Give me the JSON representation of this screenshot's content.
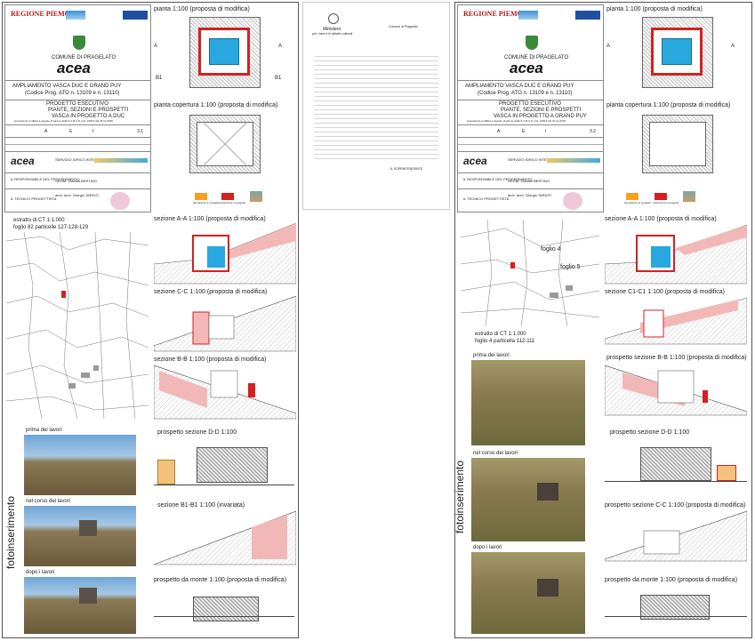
{
  "left_sheet": {
    "logos": {
      "regione": "REGIONE PIEMONTE"
    },
    "comune": "COMUNE DI PRAGELATO",
    "brand": "acea",
    "project_title": "AMPLIAMENTO VASCA DUC E GRAND PUY",
    "project_code": "(Codice Prog.  ATO n. 13109  e n. 13110)",
    "phase": "PROGETTO ESECUTIVO",
    "subject_line1": "PIANTE, SEZIONI E PROSPETTI",
    "subject_line2": "VASCA IN PROGETTO A DUC",
    "note": "proposta di modifica a seguito di parere della S.A.B.A.P. prot. 19013 del 22.11.2018",
    "table_codes": [
      "A",
      "E",
      "I",
      "3.1"
    ],
    "service": "SERVIZIO IDRICO INTEGRATO",
    "rup_label": "IL RESPONSABILE DEL PROCEDIMENTO",
    "rup_name": "GEOM. Claudio BERTINO",
    "tech_label": "IL TECNICO PROGETTISTA",
    "tech_name": "arch. arch. Giorgio TARDITI",
    "plan_label": "pianta 1:100 (proposta di modifica)",
    "roof_label": "pianta copertura 1:100 (proposta di modifica)",
    "legend_demo": "demolizioni in progetto",
    "legend_cost": "costruzioni in progetto",
    "ct_label1": "estratto di CT 1:1.000",
    "ct_label2": "foglio 82 particelle 127-128-129",
    "sec_aa": "sezione A-A 1:100 (proposta di modifica)",
    "sec_cc": "sezione C-C 1:100 (proposta di modifica)",
    "sec_bb": "sezione B-B 1:100 (proposta di modifica)",
    "prosp_dd": "prospetto sezione D-D 1:100",
    "sec_b1b1": "sezione B1-B1 1:100 (invariata)",
    "prosp_monte": "prospetto da monte 1:100 (proposta di modifica)",
    "photo_before": "prima dei lavori",
    "photo_during": "nel corso dei lavori",
    "photo_after": "dopo i lavori",
    "fotoinserimento": "fotoinserimento"
  },
  "letter": {
    "ministry": "Ministero",
    "ministry_sub": "per i beni e le attività culturali",
    "to": "Comune di Pragelato",
    "signature": "IL SOPRINTENDENTE"
  },
  "right_sheet": {
    "logos": {
      "regione": "REGIONE PIEMONTE"
    },
    "comune": "COMUNE DI PRAGELATO",
    "brand": "acea",
    "project_title": "AMPLIAMENTO VASCA DUC E GRAND PUY",
    "project_code": "(Codice Prog.  ATO n. 13109  e n. 13110)",
    "phase": "PROGETTO ESECUTIVO",
    "subject_line1": "PIANTE, SEZIONI E PROSPETTI",
    "subject_line2": "VASCA IN PROGETTO A GRAND PUY",
    "note": "proposta di modifica a seguito di parere della S.A.B.A.P. prot. 19013 del 22.11.2018",
    "table_codes": [
      "A",
      "E",
      "I",
      "3.2"
    ],
    "service": "SERVIZIO IDRICO INTEGRATO",
    "rup_label": "IL RESPONSABILE DEL PROCEDIMENTO",
    "rup_name": "GEOM. Claudio BERTINO",
    "tech_label": "IL TECNICO PROGETTISTA",
    "tech_name": "arch. arch. Giorgio TARDITI",
    "plan_label": "pianta 1:100 (proposta di modifica)",
    "roof_label": "pianta copertura 1:100 (proposta di modifica)",
    "legend_demo": "demolizioni in progetto",
    "legend_cost": "costruzioni in progetto",
    "foglio4": "foglio 4",
    "foglio5": "foglio 5",
    "ct_label1": "estratto di CT 1:1.000",
    "ct_label2": "foglio 4 particella 112-111",
    "sec_aa": "sezione A-A 1:100 (proposta di modifica)",
    "sec_c1c1": "sezione C1-C1 1:100 (proposta di modifica)",
    "prosp_bb": "prospetto sezione B-B 1:100 (proposta di modifica)",
    "prosp_dd": "prospetto sezione D-D 1:100",
    "prosp_cc": "prospetto sezione C-C 1:100 (proposta di modifica)",
    "prosp_monte": "prospetto da monte 1:100 (proposta di modifica)",
    "photo_before": "prima dei lavori",
    "photo_during": "nel corso dei lavori",
    "photo_after": "dopo i lavori",
    "fotoinserimento": "fotoinserimento"
  },
  "colors": {
    "red": "#d42020",
    "blue": "#29a8e0",
    "pink": "#f2b8b8",
    "accent": "#b01818"
  }
}
